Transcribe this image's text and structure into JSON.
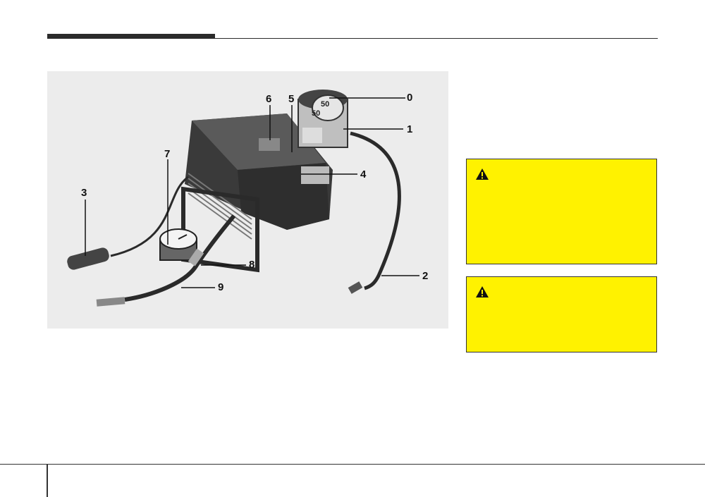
{
  "figure": {
    "callouts": [
      "0",
      "1",
      "2",
      "3",
      "4",
      "5",
      "6",
      "7",
      "8",
      "9"
    ],
    "dial_text_top": "50",
    "dial_text_side": "50"
  },
  "colors": {
    "warning_bg": "#fff200",
    "figure_bg": "#ececec",
    "rule": "#2b2b2b"
  },
  "warnings": [
    {
      "icon": "warning-triangle-icon"
    },
    {
      "icon": "warning-triangle-icon"
    }
  ]
}
